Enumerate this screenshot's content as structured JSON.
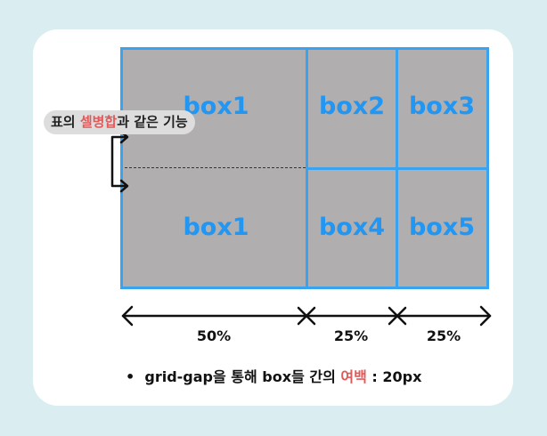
{
  "boxes": {
    "box1_top": "box1",
    "box1_bottom": "box1",
    "box2": "box2",
    "box3": "box3",
    "box4": "box4",
    "box5": "box5"
  },
  "merge_label": {
    "prefix": "표의 ",
    "highlight": "셀병합",
    "suffix": "과 같은 기능"
  },
  "widths": {
    "col1": "50%",
    "col2": "25%",
    "col3": "25%"
  },
  "note": {
    "bullet": "•",
    "prefix": "grid-gap을 통해 box들 간의 ",
    "highlight": "여백",
    "suffix": " : 20px"
  },
  "colors": {
    "background": "#daeef1",
    "card": "#ffffff",
    "grid_fill": "#b0aeae",
    "grid_line": "#3aa3f0",
    "box_text": "#2196f3",
    "highlight": "#e05a5a"
  }
}
